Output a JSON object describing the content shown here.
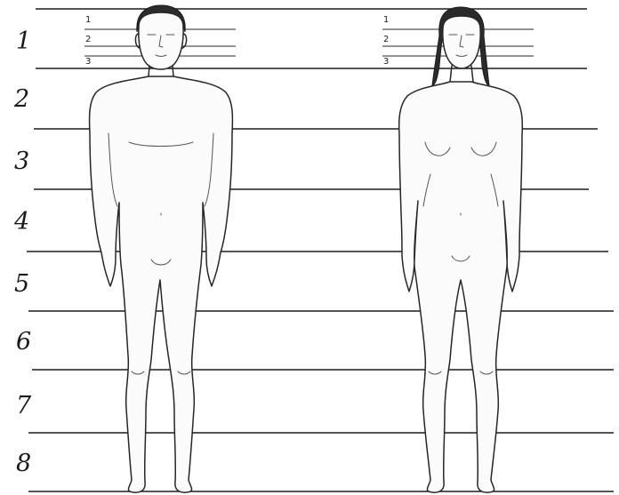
{
  "scale_labels": [
    "1",
    "2",
    "3",
    "4",
    "5",
    "6",
    "7",
    "8"
  ],
  "head_sub_labels_male": [
    "1",
    "2",
    "3"
  ],
  "head_sub_labels_female": [
    "1",
    "2",
    "3"
  ],
  "figures": [
    "male",
    "female"
  ]
}
